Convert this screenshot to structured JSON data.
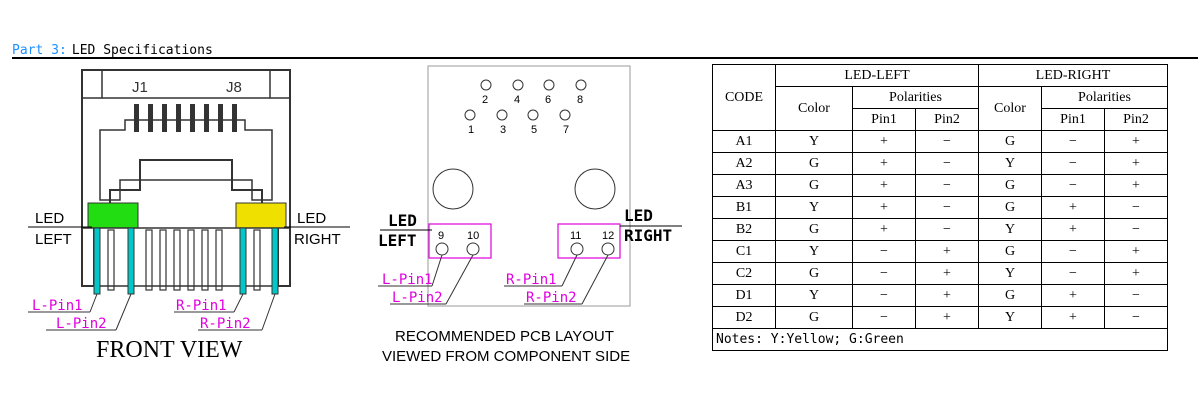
{
  "header": {
    "section": "Part 3:",
    "title": "LED Specifications"
  },
  "front_view": {
    "caption": "FRONT VIEW",
    "j1": "J1",
    "j8": "J8",
    "led_left": [
      "LED",
      "LEFT"
    ],
    "led_right": [
      "LED",
      "RIGHT"
    ],
    "l_pin1": "L-Pin1",
    "l_pin2": "L-Pin2",
    "r_pin1": "R-Pin1",
    "r_pin2": "R-Pin2",
    "colors": {
      "left_led": "#22dd11",
      "right_led": "#f0e000",
      "pins": "#00c8c8",
      "pin_labels": "#e000e0"
    }
  },
  "pcb_layout": {
    "caption_line1": "RECOMMENDED PCB LAYOUT",
    "caption_line2": "VIEWED FROM COMPONENT SIDE",
    "pins_top": [
      "2",
      "4",
      "6",
      "8"
    ],
    "pins_bottom": [
      "1",
      "3",
      "5",
      "7"
    ],
    "led_left": [
      "LED",
      "LEFT"
    ],
    "led_right": [
      "LED",
      "RIGHT"
    ],
    "left_pads": [
      "9",
      "10"
    ],
    "right_pads": [
      "11",
      "12"
    ],
    "l_pin1": "L-Pin1",
    "l_pin2": "L-Pin2",
    "r_pin1": "R-Pin1",
    "r_pin2": "R-Pin2"
  },
  "spec_table": {
    "code_header": "CODE",
    "left_header": "LED-LEFT",
    "right_header": "LED-RIGHT",
    "color_header": "Color",
    "polarities_header": "Polarities",
    "pin1_header": "Pin1",
    "pin2_header": "Pin2",
    "rows": [
      [
        "A1",
        "Y",
        "+",
        "−",
        "G",
        "−",
        "+"
      ],
      [
        "A2",
        "G",
        "+",
        "−",
        "Y",
        "−",
        "+"
      ],
      [
        "A3",
        "G",
        "+",
        "−",
        "G",
        "−",
        "+"
      ],
      [
        "B1",
        "Y",
        "+",
        "−",
        "G",
        "+",
        "−"
      ],
      [
        "B2",
        "G",
        "+",
        "−",
        "Y",
        "+",
        "−"
      ],
      [
        "C1",
        "Y",
        "−",
        "+",
        "G",
        "−",
        "+"
      ],
      [
        "C2",
        "G",
        "−",
        "+",
        "Y",
        "−",
        "+"
      ],
      [
        "D1",
        "Y",
        "−",
        "+",
        "G",
        "+",
        "−"
      ],
      [
        "D2",
        "G",
        "−",
        "+",
        "Y",
        "+",
        "−"
      ]
    ],
    "notes": "Notes:     Y:Yellow;   G:Green"
  }
}
